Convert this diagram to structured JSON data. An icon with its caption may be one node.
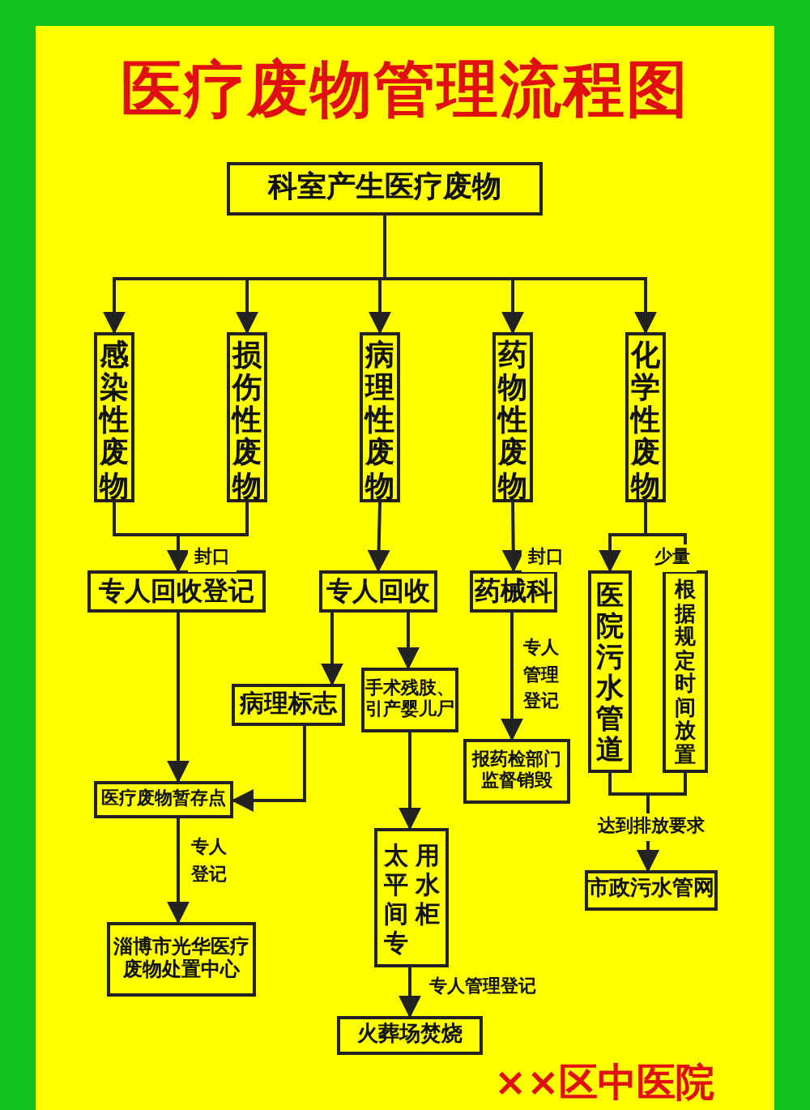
{
  "diagram": {
    "title": "医疗废物管理流程图",
    "nodes": [
      {
        "text": [
          "科室产生医疗废物"
        ]
      },
      {
        "text": [
          "感染性废物"
        ]
      },
      {
        "text": [
          "损伤性废物"
        ]
      },
      {
        "text": [
          "病理性废物"
        ]
      },
      {
        "text": [
          "药物性废物"
        ]
      },
      {
        "text": [
          "化学性废物"
        ]
      },
      {
        "text": [
          "专人回收登记"
        ]
      },
      {
        "text": [
          "专人回收"
        ]
      },
      {
        "text": [
          "药械科"
        ]
      },
      {
        "text": [
          "医院污水管道"
        ]
      },
      {
        "text": [
          "根据规定时间放置"
        ]
      },
      {
        "text": [
          "病理标志"
        ]
      },
      {
        "text": [
          "手术残肢、引产婴儿尸"
        ]
      },
      {
        "text": [
          "报药检部门监督销毁"
        ]
      },
      {
        "text": [
          "医疗废物暂存点"
        ]
      },
      {
        "text": [
          "太平间专用水柜"
        ]
      },
      {
        "text": [
          "淄博市光华医疗废物处置中心"
        ]
      },
      {
        "text": [
          "市政污水管网"
        ]
      },
      {
        "text": [
          "火葬场焚烧"
        ]
      }
    ],
    "edges": [
      {
        "from": 0,
        "to": 1,
        "arrow": "to"
      },
      {
        "from": 0,
        "to": 2,
        "arrow": "to"
      },
      {
        "from": 0,
        "to": 3,
        "arrow": "to"
      },
      {
        "from": 0,
        "to": 4,
        "arrow": "to"
      },
      {
        "from": 0,
        "to": 5,
        "arrow": "to"
      },
      {
        "from": 1,
        "to": 6,
        "arrow": "to",
        "label": "封口"
      },
      {
        "from": 2,
        "to": 6,
        "arrow": "to"
      },
      {
        "from": 3,
        "to": 7,
        "arrow": "to"
      },
      {
        "from": 4,
        "to": 8,
        "arrow": "to",
        "label": "封口"
      },
      {
        "from": 5,
        "to": 9,
        "arrow": "to",
        "label": "少量"
      },
      {
        "from": 5,
        "to": 10,
        "arrow": "to"
      },
      {
        "from": 7,
        "to": 11,
        "arrow": "to"
      },
      {
        "from": 7,
        "to": 12,
        "arrow": "to"
      },
      {
        "from": 8,
        "to": 13,
        "arrow": "to",
        "label": "专人管理登记"
      },
      {
        "from": 6,
        "to": 14,
        "arrow": "to"
      },
      {
        "from": 11,
        "to": 14,
        "arrow": "to"
      },
      {
        "from": 12,
        "to": 15,
        "arrow": "to"
      },
      {
        "from": 9,
        "to": 17,
        "arrow": "to",
        "label": "达到排放要求"
      },
      {
        "from": 10,
        "to": 17,
        "arrow": "to"
      },
      {
        "from": 14,
        "to": 16,
        "arrow": "to",
        "label": "专人登记"
      },
      {
        "from": 15,
        "to": 18,
        "arrow": "to",
        "label": "专人管理登记"
      }
    ],
    "labels": [
      "××区中医院"
    ]
  }
}
